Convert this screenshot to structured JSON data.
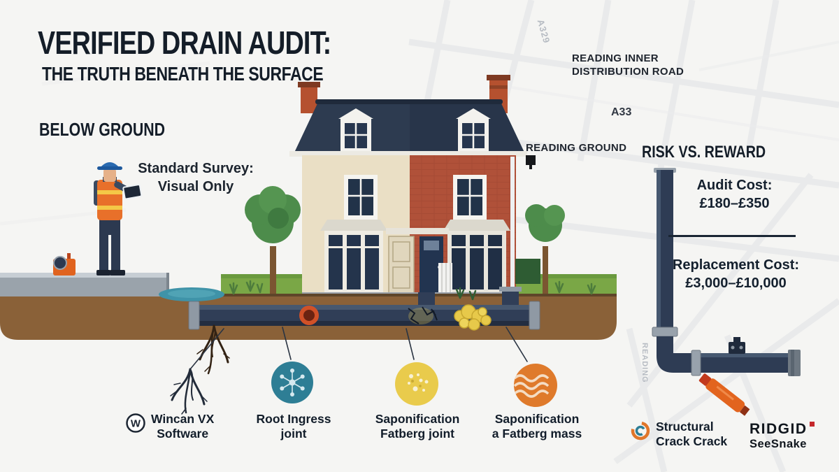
{
  "title": {
    "line1": "VERIFIED DRAIN AUDIT:",
    "line2": "THE TRUTH BENEATH THE SURFACE"
  },
  "sections": {
    "below_ground": "BELOW GROUND",
    "risk_vs_reward": "RISK VS. REWARD"
  },
  "surveyor_callout": {
    "line1": "Standard Survey:",
    "line2": "Visual Only"
  },
  "map_labels": {
    "road_line1": "READING INNER",
    "road_line2": "DISTRIBUTION ROAD",
    "route": "A33",
    "ground": "READING GROUND",
    "faint_route": "A329",
    "faint_vertical": "READING"
  },
  "costs": {
    "audit_label": "Audit Cost:",
    "audit_value": "£180–£350",
    "replacement_label": "Replacement Cost:",
    "replacement_value": "£3,000–£10,000"
  },
  "legend": [
    {
      "line1": "Wincan VX",
      "line2": "Software"
    },
    {
      "line1": "Root Ingress",
      "line2": "joint"
    },
    {
      "line1": "Saponification",
      "line2": "Fatberg joint"
    },
    {
      "line1": "Saponification",
      "line2": "a Fatberg mass"
    },
    {
      "line1": "Structural",
      "line2": "Crack Crack"
    },
    {
      "line1": "RIDGID",
      "line2": "SeeSnake"
    }
  ],
  "icons": {
    "wincan_letter": "W"
  },
  "colors": {
    "accent_orange": "#e0762a",
    "accent_teal": "#2e7e95",
    "accent_yellow": "#e9cb4c",
    "pipe_navy": "#2e3c54",
    "soil_brown": "#8a6138",
    "brick_red": "#b05139",
    "cream": "#eadfc5"
  }
}
